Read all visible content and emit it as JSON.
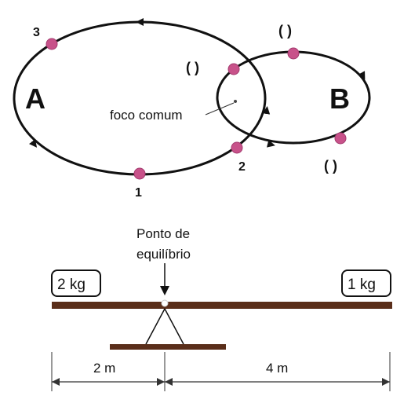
{
  "orbit_diagram": {
    "orbit_a_label": "A",
    "orbit_b_label": "B",
    "focus_label": "foco comum",
    "point_1_label": "1",
    "point_2_label": "2",
    "point_3_label": "3",
    "blank_upper_left": "(   )",
    "blank_top_b": "(   )",
    "blank_lower_b": "(   )",
    "colors": {
      "point": "#c8528a",
      "orbit": "#111111"
    }
  },
  "lever_diagram": {
    "pivot_label_line1": "Ponto de",
    "pivot_label_line2": "equilíbrio",
    "left_mass": "2 kg",
    "right_mass": "1 kg",
    "left_distance": "2 m",
    "right_distance": "4 m",
    "colors": {
      "beam": "#5a2e1a",
      "base": "#5a2e1a"
    }
  }
}
